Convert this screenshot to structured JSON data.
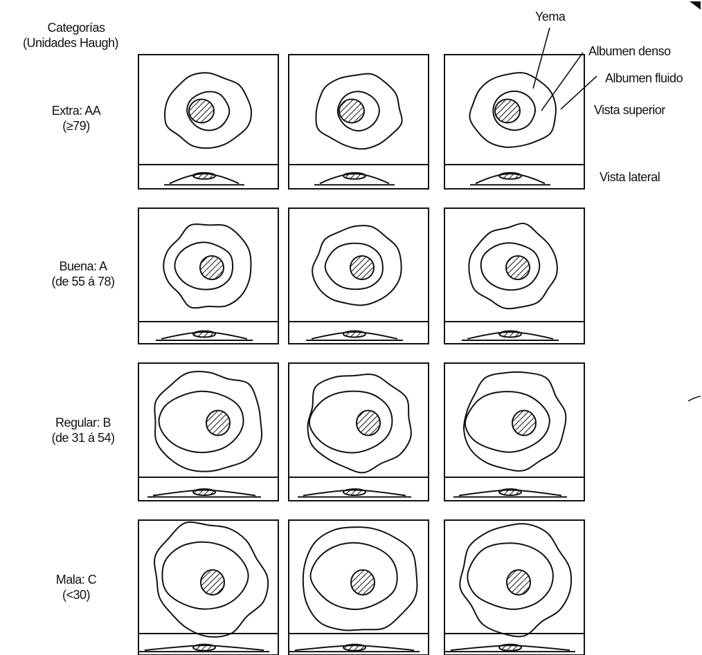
{
  "header": {
    "categories_title": "Categorías",
    "categories_subtitle": "(Unidades Haugh)"
  },
  "callouts": {
    "yolk": "Yema",
    "thick_albumen": "Albumen denso",
    "thin_albumen": "Albumen fluido",
    "top_view": "Vista superior",
    "side_view": "Vista lateral"
  },
  "grades": [
    {
      "name": "Extra: AA",
      "range": "(≥79)"
    },
    {
      "name": "Buena: A",
      "range": "(de 55 á 78)"
    },
    {
      "name": "Regular: B",
      "range": "(de 31 á 54)"
    },
    {
      "name": "Mala: C",
      "range": "(<30)"
    }
  ],
  "colors": {
    "line": "#111111",
    "background": "#ffffff"
  }
}
